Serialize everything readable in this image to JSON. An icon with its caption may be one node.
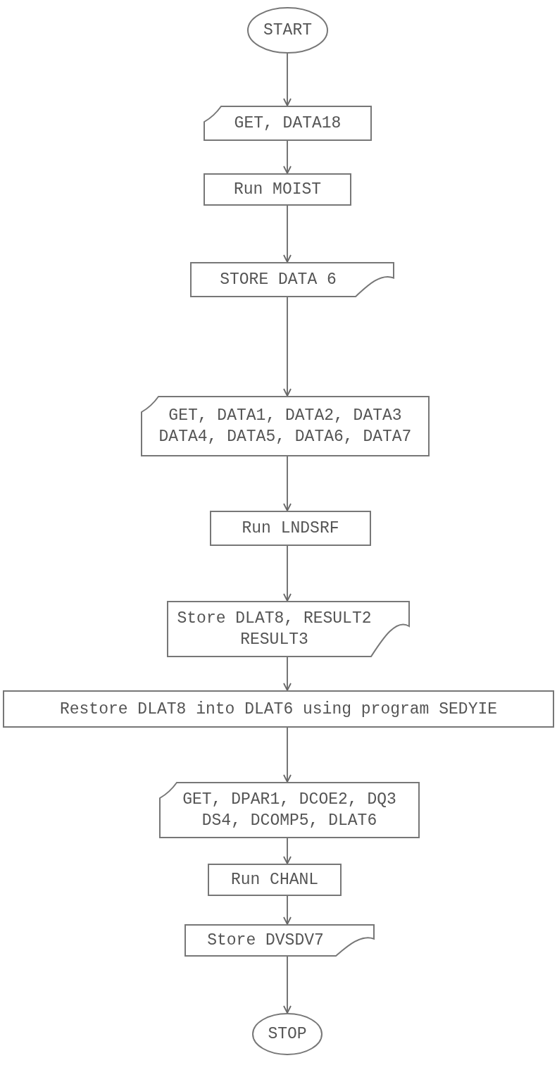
{
  "diagram": {
    "nodes": [
      {
        "text": [
          "START"
        ]
      },
      {
        "text": [
          "GET, DATA18"
        ]
      },
      {
        "text": [
          "Run MOIST"
        ]
      },
      {
        "text": [
          "STORE DATA 6"
        ]
      },
      {
        "text": [
          "GET, DATA1, DATA2, DATA3 DATA4, DATA5, DATA6, DATA7"
        ]
      },
      {
        "text": [
          "Run LNDSRF"
        ]
      },
      {
        "text": [
          "Store DLAT8, RESULT2 RESULT3"
        ]
      },
      {
        "text": [
          "Restore DLAT8 into DLAT6 using program SEDYIE"
        ]
      },
      {
        "text": [
          "GET, DPAR1, DCOE2, DQ3 DS4, DCOMP5, DLAT6"
        ]
      },
      {
        "text": [
          "Run CHANL"
        ]
      },
      {
        "text": [
          "Store DVSDV7"
        ]
      },
      {
        "text": [
          "STOP"
        ]
      }
    ],
    "edges": [
      {
        "from": 0,
        "to": 1,
        "arrow": "to"
      },
      {
        "from": 1,
        "to": 2,
        "arrow": "to"
      },
      {
        "from": 2,
        "to": 3,
        "arrow": "to"
      },
      {
        "from": 3,
        "to": 4,
        "arrow": "to"
      },
      {
        "from": 4,
        "to": 5,
        "arrow": "to"
      },
      {
        "from": 5,
        "to": 6,
        "arrow": "to"
      },
      {
        "from": 6,
        "to": 7,
        "arrow": "to"
      },
      {
        "from": 7,
        "to": 8,
        "arrow": "to"
      },
      {
        "from": 8,
        "to": 9,
        "arrow": "to"
      },
      {
        "from": 9,
        "to": 10,
        "arrow": "to"
      },
      {
        "from": 10,
        "to": 11,
        "arrow": "to"
      }
    ]
  }
}
